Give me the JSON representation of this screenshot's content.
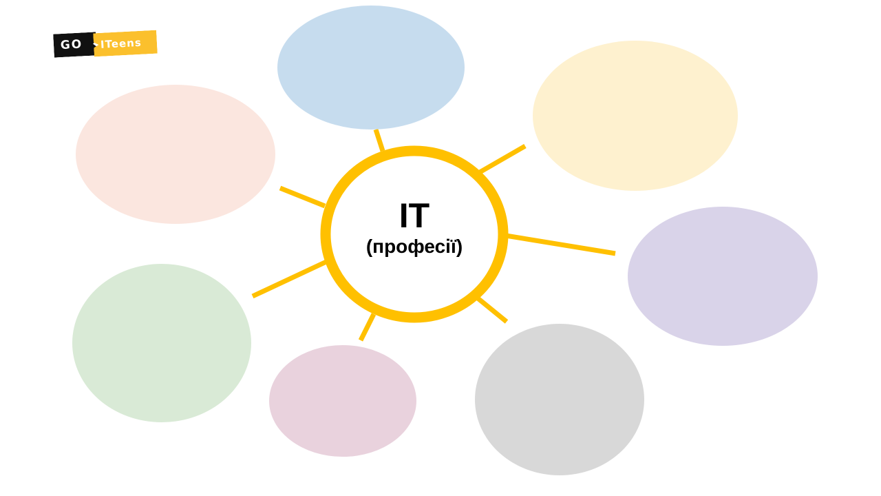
{
  "logo": {
    "go": "GO",
    "iteens": "ITeens"
  },
  "center": {
    "title": "IT",
    "subtitle": "(професії)",
    "ring_color": "#ffc000"
  },
  "bubble_colors": {
    "blue": "#c6dcee",
    "yellow": "#fef1cf",
    "peach": "#fbe6df",
    "purple": "#d9d3e9",
    "green": "#d9ead6",
    "pink": "#e9d2dd",
    "gray": "#d8d8d8"
  }
}
